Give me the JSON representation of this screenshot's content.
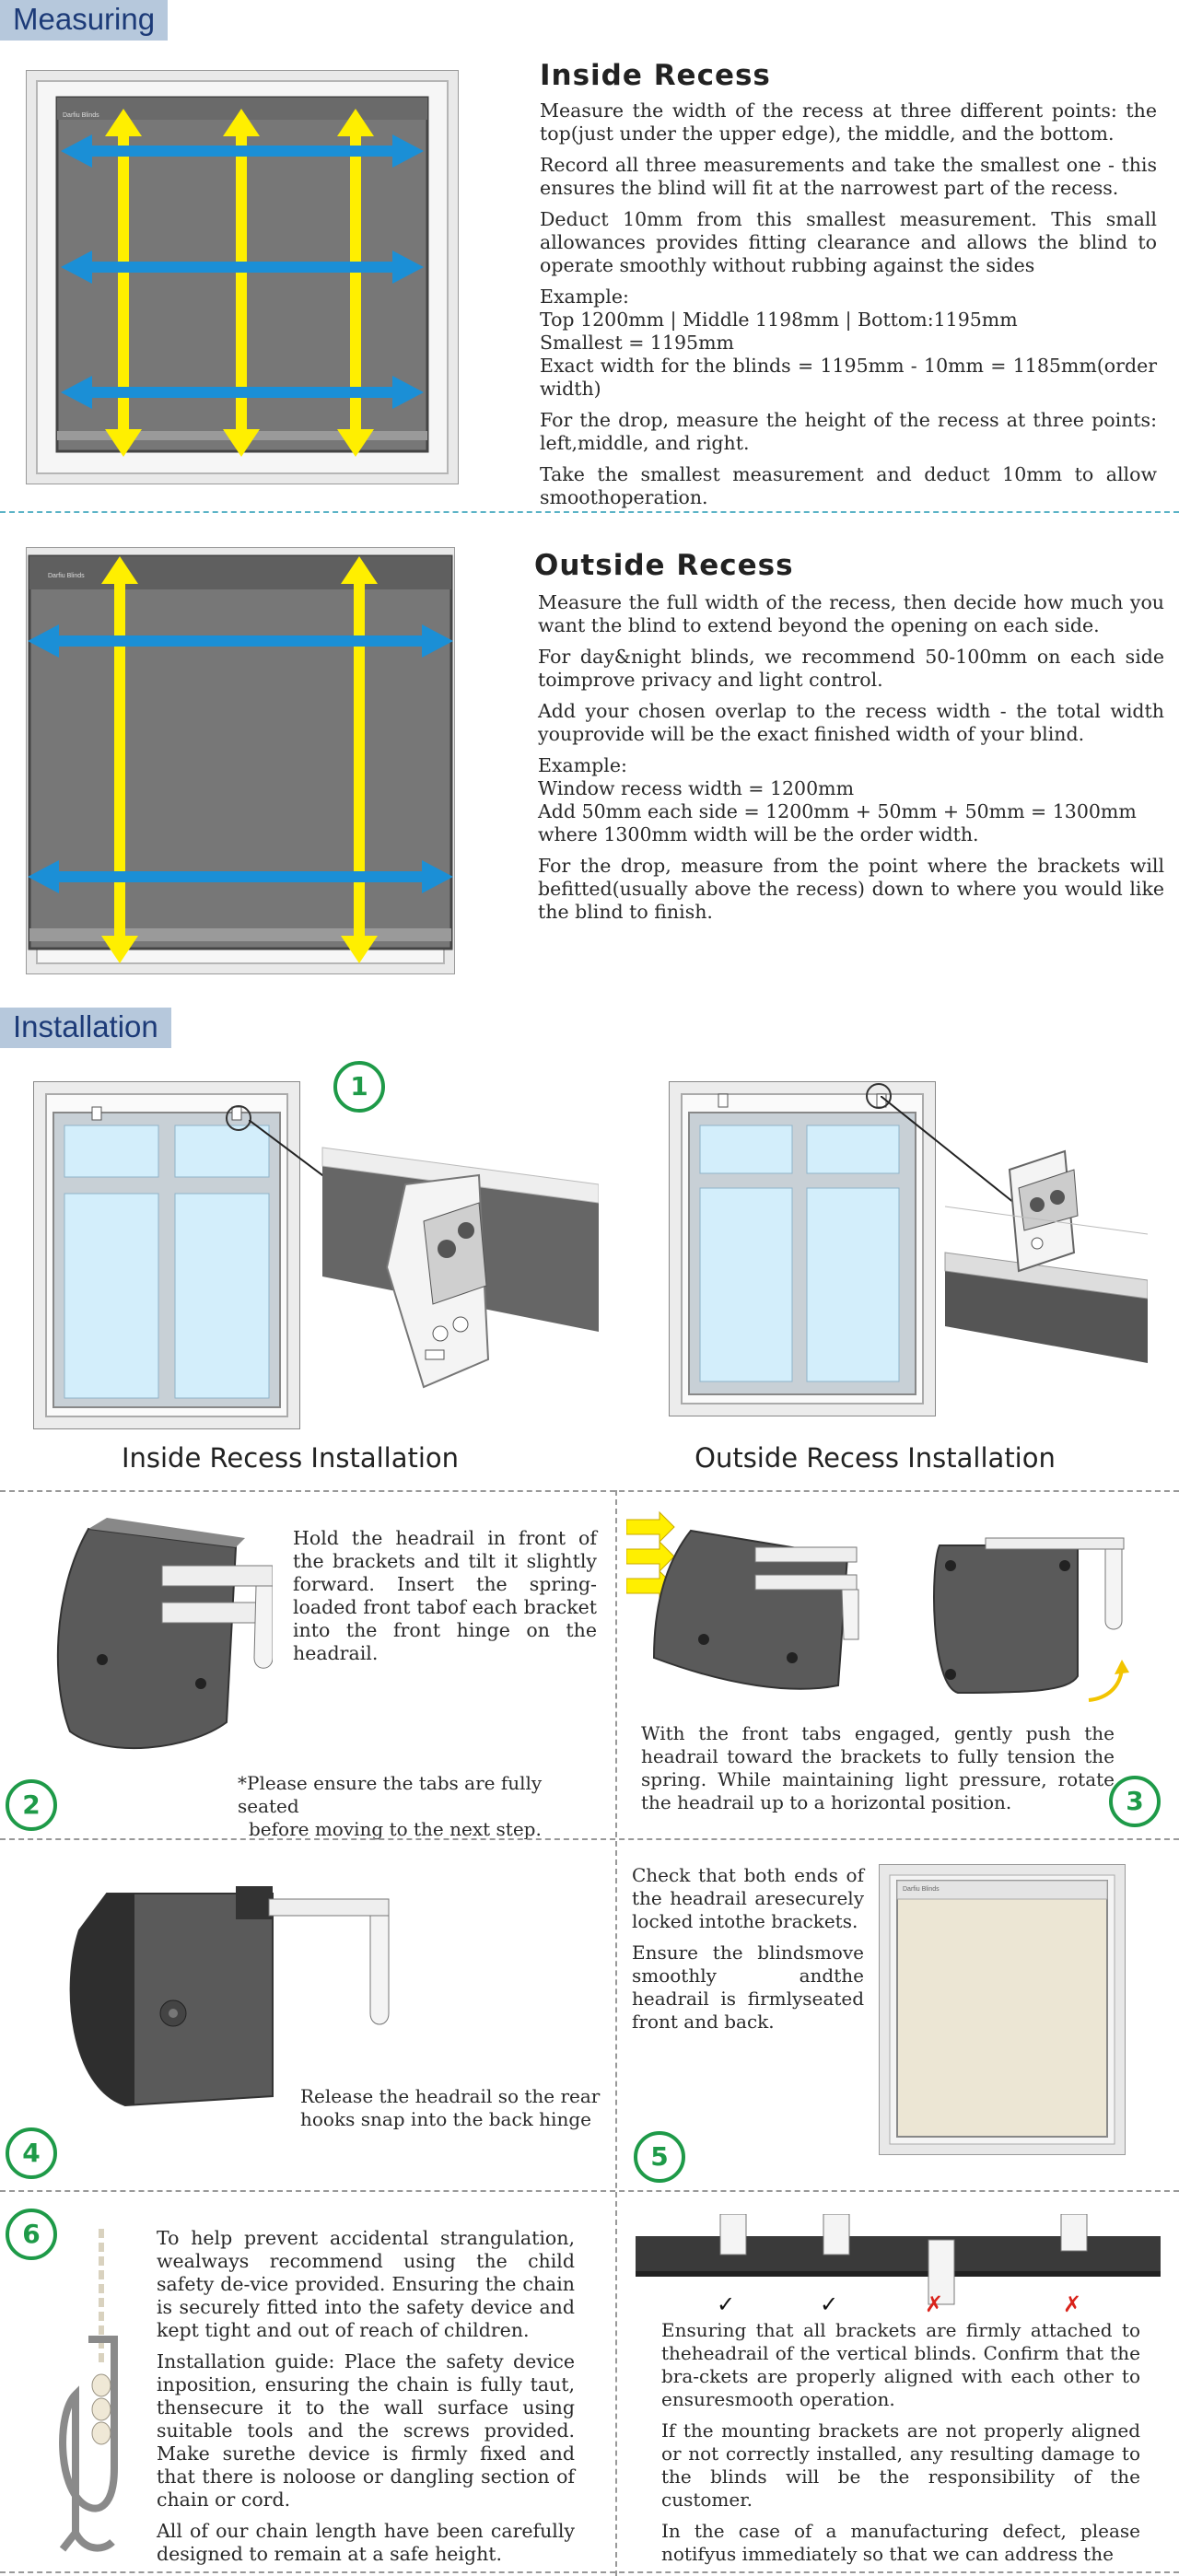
{
  "measuring": {
    "tag": "Measuring",
    "inside": {
      "title": "Inside Recess",
      "paragraphs": [
        "Measure the width of the recess at three different points: the top(just under the upper edge), the middle, and the bottom.",
        "Record all three measurements and take the smallest one - this ensures the blind will fit at the narrowest part of the recess.",
        "Deduct 10mm from this smallest measurement. This small allowances provides fitting clearance and allows the blind to operate smoothly without rubbing against the sides"
      ],
      "example_lines": [
        "Example:",
        "Top 1200mm | Middle 1198mm | Bottom:1195mm",
        "Smallest = 1195mm",
        "Exact width for the blinds = 1195mm - 10mm = 1185mm(order width)"
      ],
      "drop_paragraphs": [
        "For the drop, measure the height of the recess at three points: left,middle, and right.",
        "Take the smallest measurement and deduct 10mm to allow smoothoperation."
      ],
      "blind_label": "Darfiu Blinds"
    },
    "outside": {
      "title": "Outside Recess",
      "paragraphs": [
        "Measure the full width of the recess, then decide how much you want the blind to extend beyond the opening on each side.",
        "For day&night blinds, we recommend 50-100mm on each side toimprove privacy and light control.",
        "Add your chosen overlap to the recess width - the total width youprovide will be the exact finished width of your blind."
      ],
      "example_lines": [
        "Example:",
        "Window recess width = 1200mm",
        "Add 50mm each side = 1200mm + 50mm + 50mm = 1300mm",
        "where 1300mm width will be the order width."
      ],
      "drop_paragraph": "For the drop, measure from the point where the brackets will befitted(usually above the recess) down to where you would like the blind to finish.",
      "blind_label": "Darfiu Blinds"
    }
  },
  "installation": {
    "tag": "Installation",
    "inside_caption": "Inside Recess Installation",
    "outside_caption": "Outside Recess Installation",
    "steps": {
      "s1": "1",
      "s2": "2",
      "s3": "3",
      "s4": "4",
      "s5": "5",
      "s6": "6"
    },
    "step2": {
      "text": "Hold the headrail in front of the brackets and tilt it slightly forward. Insert the spring-loaded front tabof each bracket into the front hinge on the headrail.",
      "note_line1": "*Please ensure the tabs are fully seated",
      "note_line2": "before moving to the next step."
    },
    "step3": {
      "text": "With the front tabs engaged, gently push the headrail toward the brackets to fully tension the spring. While maintaining light pressure, rotate the headrail up to a horizontal position."
    },
    "step4": {
      "line1": "Release the headrail so the rear",
      "line2": "hooks snap into the back hinge"
    },
    "step5": {
      "p1": "Check that both ends of the headrail aresecurely locked intothe brackets.",
      "p2": "Ensure the blindsmove smoothly andthe headrail is firmlyseated front and back.",
      "blind_label": "Darfiu Blinds"
    },
    "step6": {
      "paragraphs": [
        "To help prevent accidental strangulation, wealways recommend using the child safety de-vice provided. Ensuring the chain is securely fitted into the safety device and kept tight and out of reach of children.",
        "Installation guide: Place the safety device inposition, ensuring the chain is fully taut, thensecure it to the wall surface using suitable tools and the screws provided. Make surethe device is firmly fixed and that there is noloose or dangling section of chain or cord.",
        "All of our chain length have been carefully designed to remain at a safe height."
      ]
    },
    "alignment": {
      "marks": [
        "✓",
        "✓",
        "✗",
        "✗"
      ],
      "paragraphs": [
        "Ensuring that all brackets are firmly attached to theheadrail of the vertical blinds. Confirm that the bra-ckets are properly aligned with each other to ensuresmooth operation.",
        "If the mounting brackets are not properly aligned or not correctly installed, any resulting damage to the blinds will be the responsibility of the customer.",
        "In the case of a manufacturing defect, please notifyus immediately so that we can address the"
      ]
    }
  },
  "colors": {
    "tag_bg": "#b6c8dc",
    "tag_text": "#1d3b78",
    "step_green": "#1e9a48",
    "arrow_yellow": "#ffef00",
    "arrow_blue": "#1b8fd6",
    "dash_teal": "#5bb3c6",
    "check_black": "#111111",
    "cross_red": "#d9231b"
  }
}
